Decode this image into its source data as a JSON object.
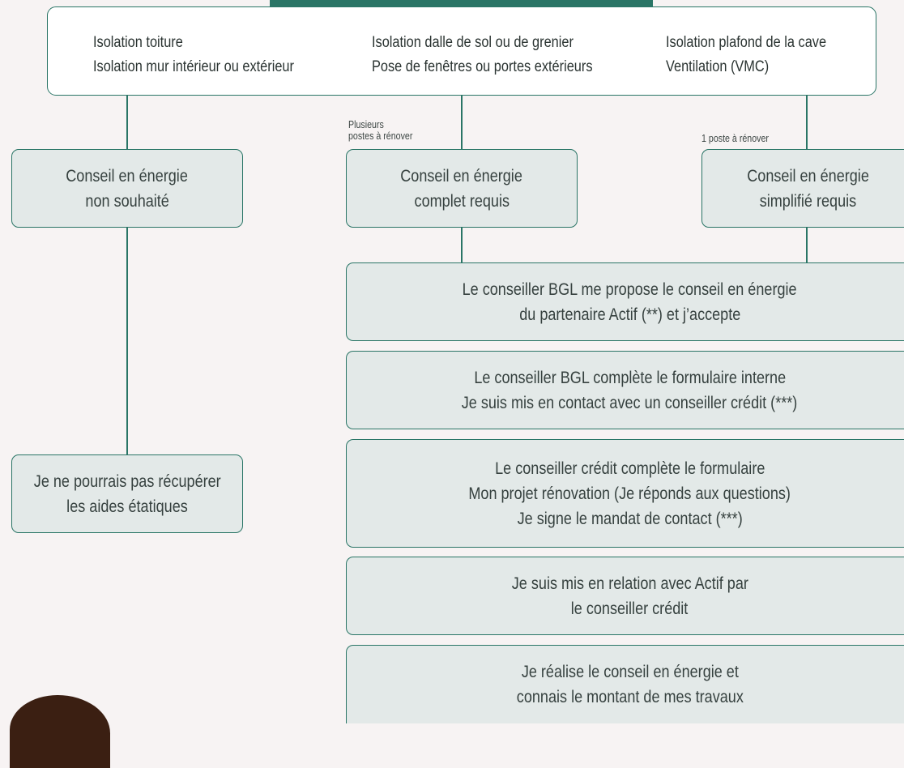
{
  "top": {
    "col1": [
      "Isolation toiture",
      "Isolation mur intérieur ou extérieur"
    ],
    "col2": [
      "Isolation dalle de sol ou de grenier",
      "Pose de fenêtres ou portes extérieurs"
    ],
    "col3": [
      "Isolation plafond de la cave",
      "Ventilation (VMC)"
    ]
  },
  "labels": {
    "multiple": [
      "Plusieurs",
      "postes à rénover"
    ],
    "single": "1 poste à rénover"
  },
  "boxes": {
    "no_advice": [
      "Conseil en énergie",
      "non souhaité"
    ],
    "complete": [
      "Conseil en énergie",
      "complet requis"
    ],
    "simplified": [
      "Conseil en énergie",
      "simplifié requis"
    ],
    "no_aid": [
      "Je ne pourrais pas récupérer",
      "les aides étatiques"
    ]
  },
  "steps": [
    [
      "Le conseiller BGL me propose le conseil en énergie",
      "du partenaire Actif (**) et j’accepte"
    ],
    [
      "Le conseiller BGL complète le formulaire interne",
      "Je suis mis en contact avec un conseiller crédit (***)"
    ],
    [
      "Le conseiller crédit complète le formulaire",
      "Mon projet rénovation (Je réponds aux questions)",
      "Je signe le mandat de contact (***)"
    ],
    [
      "Je suis mis en relation avec Actif par",
      "le conseiller crédit"
    ],
    [
      "Je réalise le conseil en énergie et",
      "connais le montant de mes travaux"
    ]
  ],
  "colors": {
    "accent": "#2a7566",
    "box_fill": "#e3e9e8",
    "background": "#f7f3f3"
  }
}
